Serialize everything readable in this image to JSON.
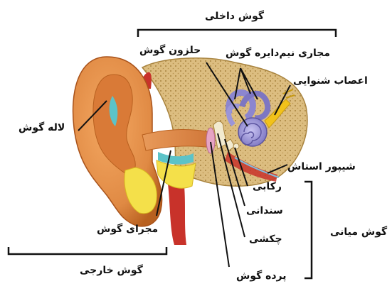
{
  "labels": {
    "inner_ear": "گوش داخلی",
    "cochlea": "حلزون گوش",
    "semicircular_canals": "مجاری نیم‌دایره گوش",
    "auditory_nerve": "اعصاب شنوایی",
    "pinna": "لاله گوش",
    "eustachian_tube": "شیپور استاش",
    "stapes": "رکابی",
    "middle_ear": "گوش میانی",
    "incus": "سندانی",
    "ear_canal": "مجرای گوش",
    "malleus": "چکشی",
    "outer_ear": "گوش خارجی",
    "eardrum": "پرده گوش"
  },
  "colors": {
    "skin": "#e8934a",
    "skin_dark": "#b85a1e",
    "bone": "#d9b878",
    "bone_dots": "#a8833e",
    "cochlea": "#9b95d8",
    "nerve": "#f2c21a",
    "blood": "#c8322a",
    "fat": "#f4e04a",
    "cartilage": "#5cc3c8",
    "bracket": "#111111"
  }
}
